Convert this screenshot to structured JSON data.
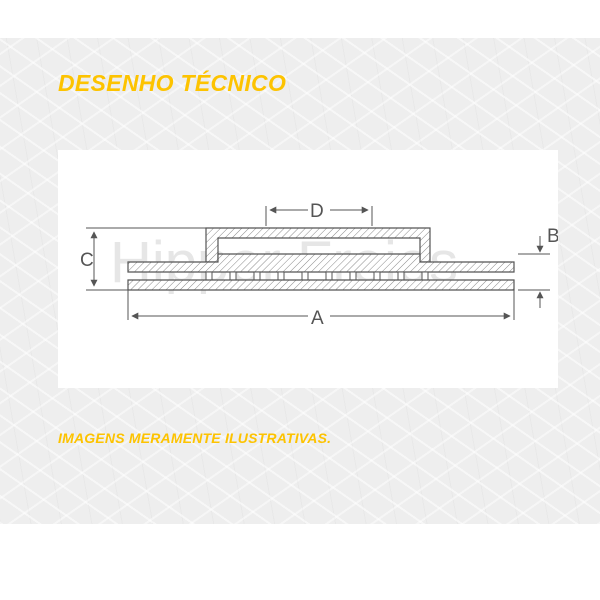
{
  "header": {
    "title": "DESENHO TÉCNICO"
  },
  "drawing": {
    "labels": {
      "a": "A",
      "b": "B",
      "c": "C",
      "d": "D"
    },
    "watermark": "Hipper Freios"
  },
  "footer": {
    "caption": "IMAGENS MERAMENTE ILUSTRATIVAS."
  },
  "colors": {
    "accent": "#fdc300",
    "line": "#555555",
    "panel": "#eeeeee"
  }
}
